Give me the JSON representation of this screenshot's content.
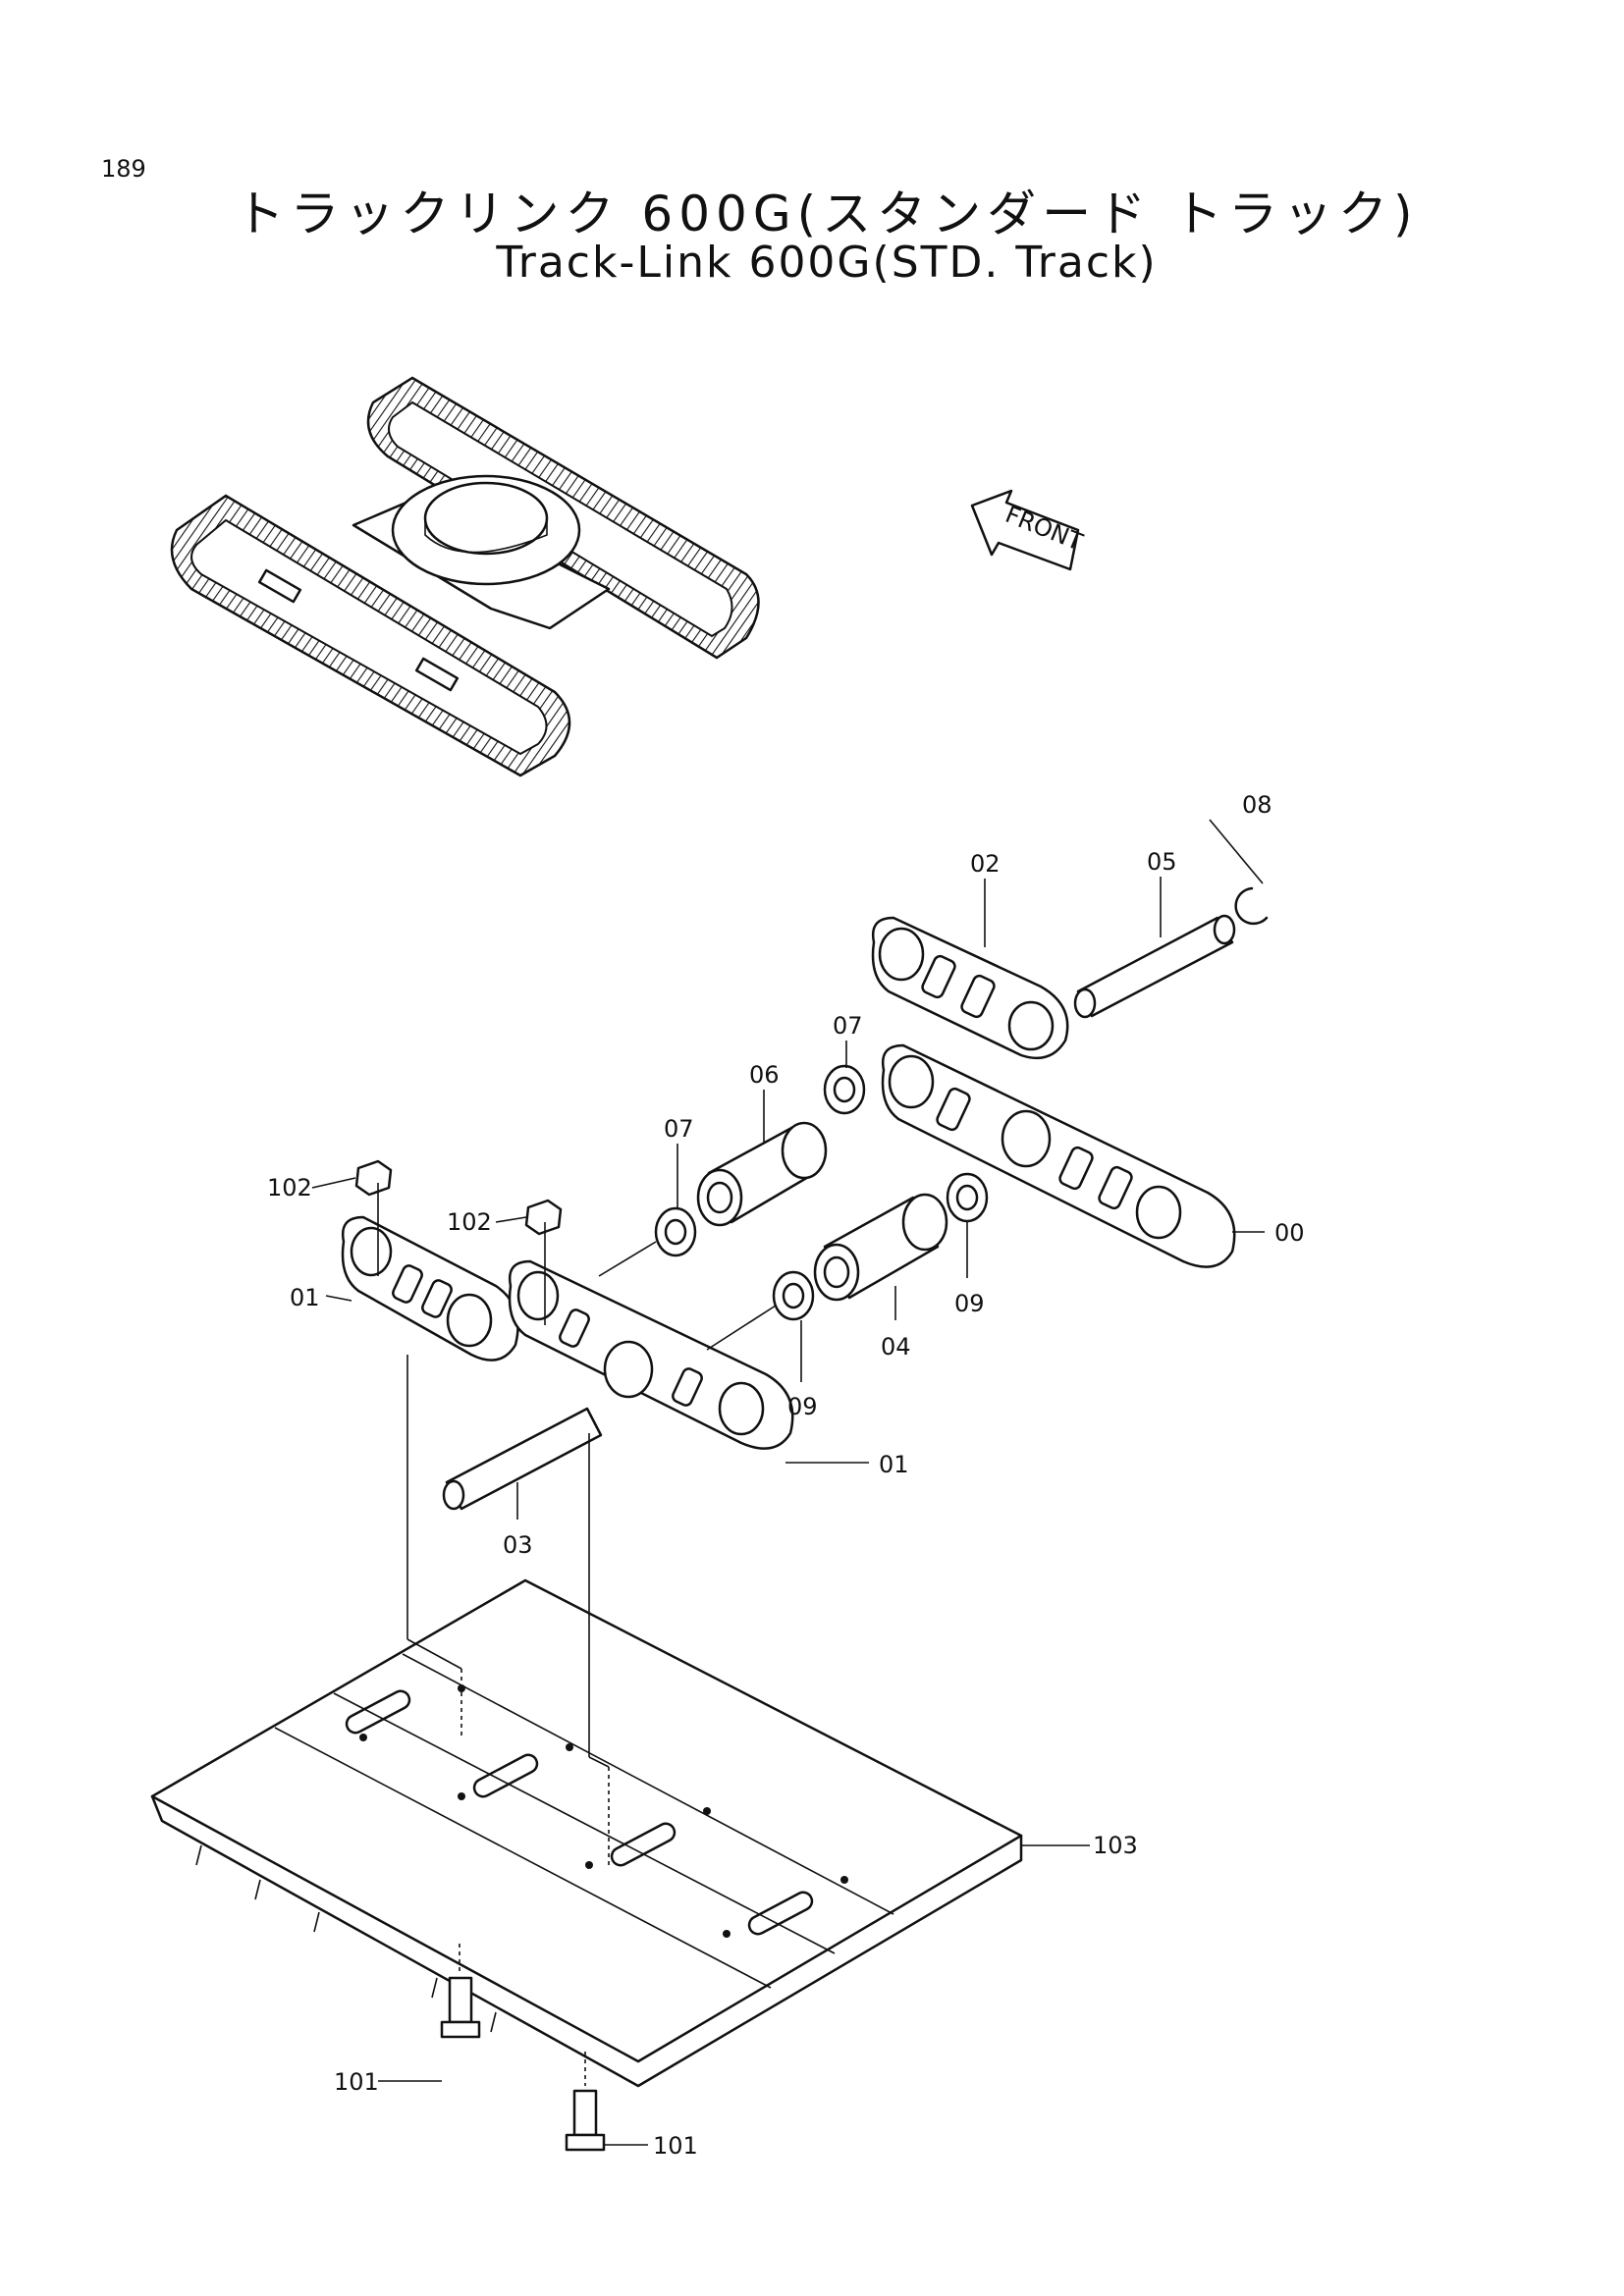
{
  "page_number": "189",
  "title_jp": "トラックリンク 600G(スタンダード トラック)",
  "title_en": "Track-Link 600G(STD. Track)",
  "front_marker": "FRONT",
  "callouts": {
    "link_assembly": "00",
    "link_left_a": "01",
    "link_left_b": "01",
    "link_right": "02",
    "pin": "03",
    "bushing_front": "04",
    "master_pin": "05",
    "master_bushing": "06",
    "seal_a": "07",
    "seal_b": "07",
    "stopper_ring": "08",
    "spacer_a": "09",
    "spacer_b": "09",
    "shoe_bolt_a": "101",
    "shoe_bolt_b": "101",
    "nut_a": "102",
    "nut_b": "102",
    "shoe": "103"
  }
}
